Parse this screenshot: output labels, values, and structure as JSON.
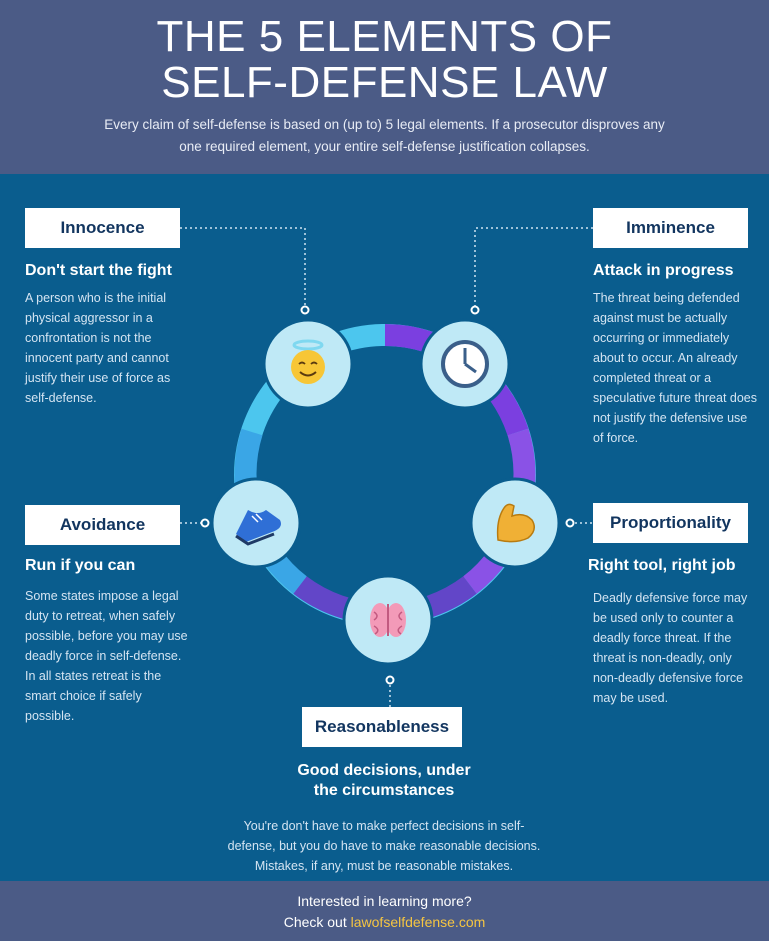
{
  "header": {
    "title_line1": "THE 5 ELEMENTS OF",
    "title_line2": "SELF-DEFENSE LAW",
    "subtitle": "Every claim of self-defense is based on (up to) 5 legal elements. If a prosecutor disproves any one required element, your entire self-defense justification collapses."
  },
  "elements": {
    "innocence": {
      "label": "Innocence",
      "heading": "Don't start the fight",
      "body": "A person who is the initial physical aggressor in a confrontation is not the innocent party and cannot justify their use of force as self-defense.",
      "icon": "angel-face-icon"
    },
    "imminence": {
      "label": "Imminence",
      "heading": "Attack in progress",
      "body": "The threat being defended against must be actually occurring or immediately about to occur.  An already completed threat or a speculative future threat does not justify the defensive use of force.",
      "icon": "clock-icon"
    },
    "avoidance": {
      "label": "Avoidance",
      "heading": "Run if you can",
      "body": "Some states impose a legal duty to retreat, when safely possible, before you may use deadly force in self-defense.  In all states retreat is the smart choice if safely possible.",
      "icon": "running-shoe-icon"
    },
    "proportionality": {
      "label": "Proportionality",
      "heading": "Right tool, right job",
      "body": "Deadly defensive force may be used only to counter a deadly force threat.  If the threat is non-deadly, only non-deadly defensive force may be used.",
      "icon": "flexed-bicep-icon"
    },
    "reasonableness": {
      "label": "Reasonableness",
      "heading_line1": "Good decisions, under",
      "heading_line2": "the circumstances",
      "body_line1": "You're don't have to make perfect decisions in self-",
      "body_line2": "defense, but you do have to make reasonable decisions.",
      "body_line3": "Mistakes, if any, must be reasonable mistakes.",
      "icon": "brain-icon"
    }
  },
  "footer": {
    "line1": "Interested in learning more?",
    "line2_prefix": "Check out ",
    "link": "lawofselfdefense.com"
  },
  "colors": {
    "header_bg": "#4b5b86",
    "main_bg": "#0a5d8e",
    "box_text": "#12355f",
    "link": "#f5c542",
    "ring_cyan": "#4cc6ee",
    "ring_purple": "#7b3fe0",
    "icon_circle": "#bfe9f6"
  }
}
